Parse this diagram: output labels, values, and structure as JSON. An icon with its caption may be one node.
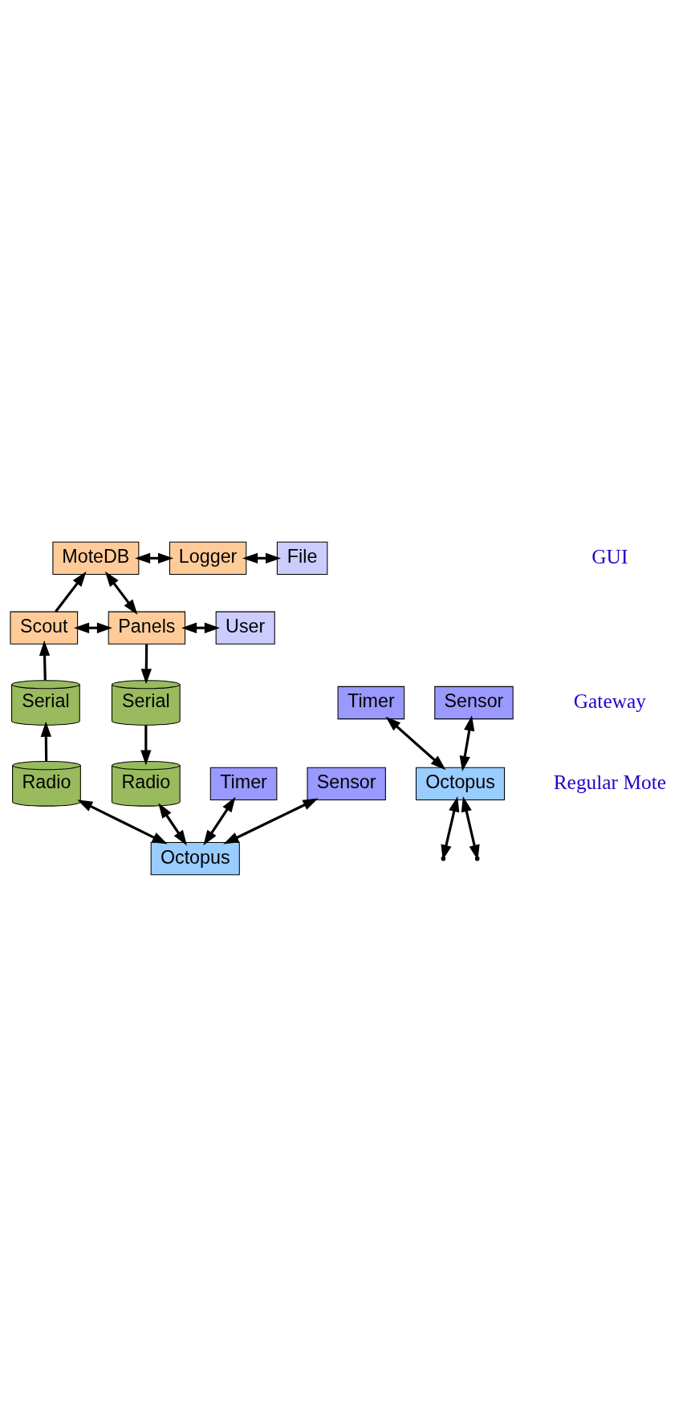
{
  "diagram": {
    "nodes": [
      {
        "text": [
          "MoteDB"
        ]
      },
      {
        "text": [
          "Logger"
        ]
      },
      {
        "text": [
          "File"
        ]
      },
      {
        "text": [
          "Scout"
        ]
      },
      {
        "text": [
          "Panels"
        ]
      },
      {
        "text": [
          "User"
        ]
      },
      {
        "text": [
          "Serial"
        ]
      },
      {
        "text": [
          "Serial"
        ]
      },
      {
        "text": [
          "Timer"
        ]
      },
      {
        "text": [
          "Sensor"
        ]
      },
      {
        "text": [
          "Octopus"
        ]
      },
      {
        "text": [
          "Radio"
        ]
      },
      {
        "text": [
          "Radio"
        ]
      },
      {
        "text": [
          "Timer"
        ]
      },
      {
        "text": [
          "Sensor"
        ]
      },
      {
        "text": [
          "Octopus"
        ]
      }
    ],
    "edges": [
      {
        "from": 0,
        "to": 1,
        "arrow": "both"
      },
      {
        "from": 1,
        "to": 2,
        "arrow": "both"
      },
      {
        "from": 3,
        "to": 0,
        "arrow": "to"
      },
      {
        "from": 0,
        "to": 4,
        "arrow": "both"
      },
      {
        "from": 3,
        "to": 4,
        "arrow": "both"
      },
      {
        "from": 4,
        "to": 5,
        "arrow": "both"
      },
      {
        "from": 6,
        "to": 3,
        "arrow": "to"
      },
      {
        "from": 4,
        "to": 7,
        "arrow": "to"
      },
      {
        "from": 8,
        "to": 10,
        "arrow": "both"
      },
      {
        "from": 9,
        "to": 10,
        "arrow": "both"
      },
      {
        "from": 11,
        "to": 6,
        "arrow": "to"
      },
      {
        "from": 10,
        "to": null,
        "arrow": "both"
      },
      {
        "from": 10,
        "to": null,
        "arrow": "both"
      },
      {
        "from": 7,
        "to": 12,
        "arrow": "to"
      },
      {
        "from": 13,
        "to": 15,
        "arrow": "both"
      },
      {
        "from": 14,
        "to": 15,
        "arrow": "both"
      },
      {
        "from": 15,
        "to": 11,
        "arrow": "both"
      },
      {
        "from": 12,
        "to": 15,
        "arrow": "both"
      }
    ],
    "labels": [
      "GUI",
      "Gateway",
      "Regular Mote"
    ]
  }
}
